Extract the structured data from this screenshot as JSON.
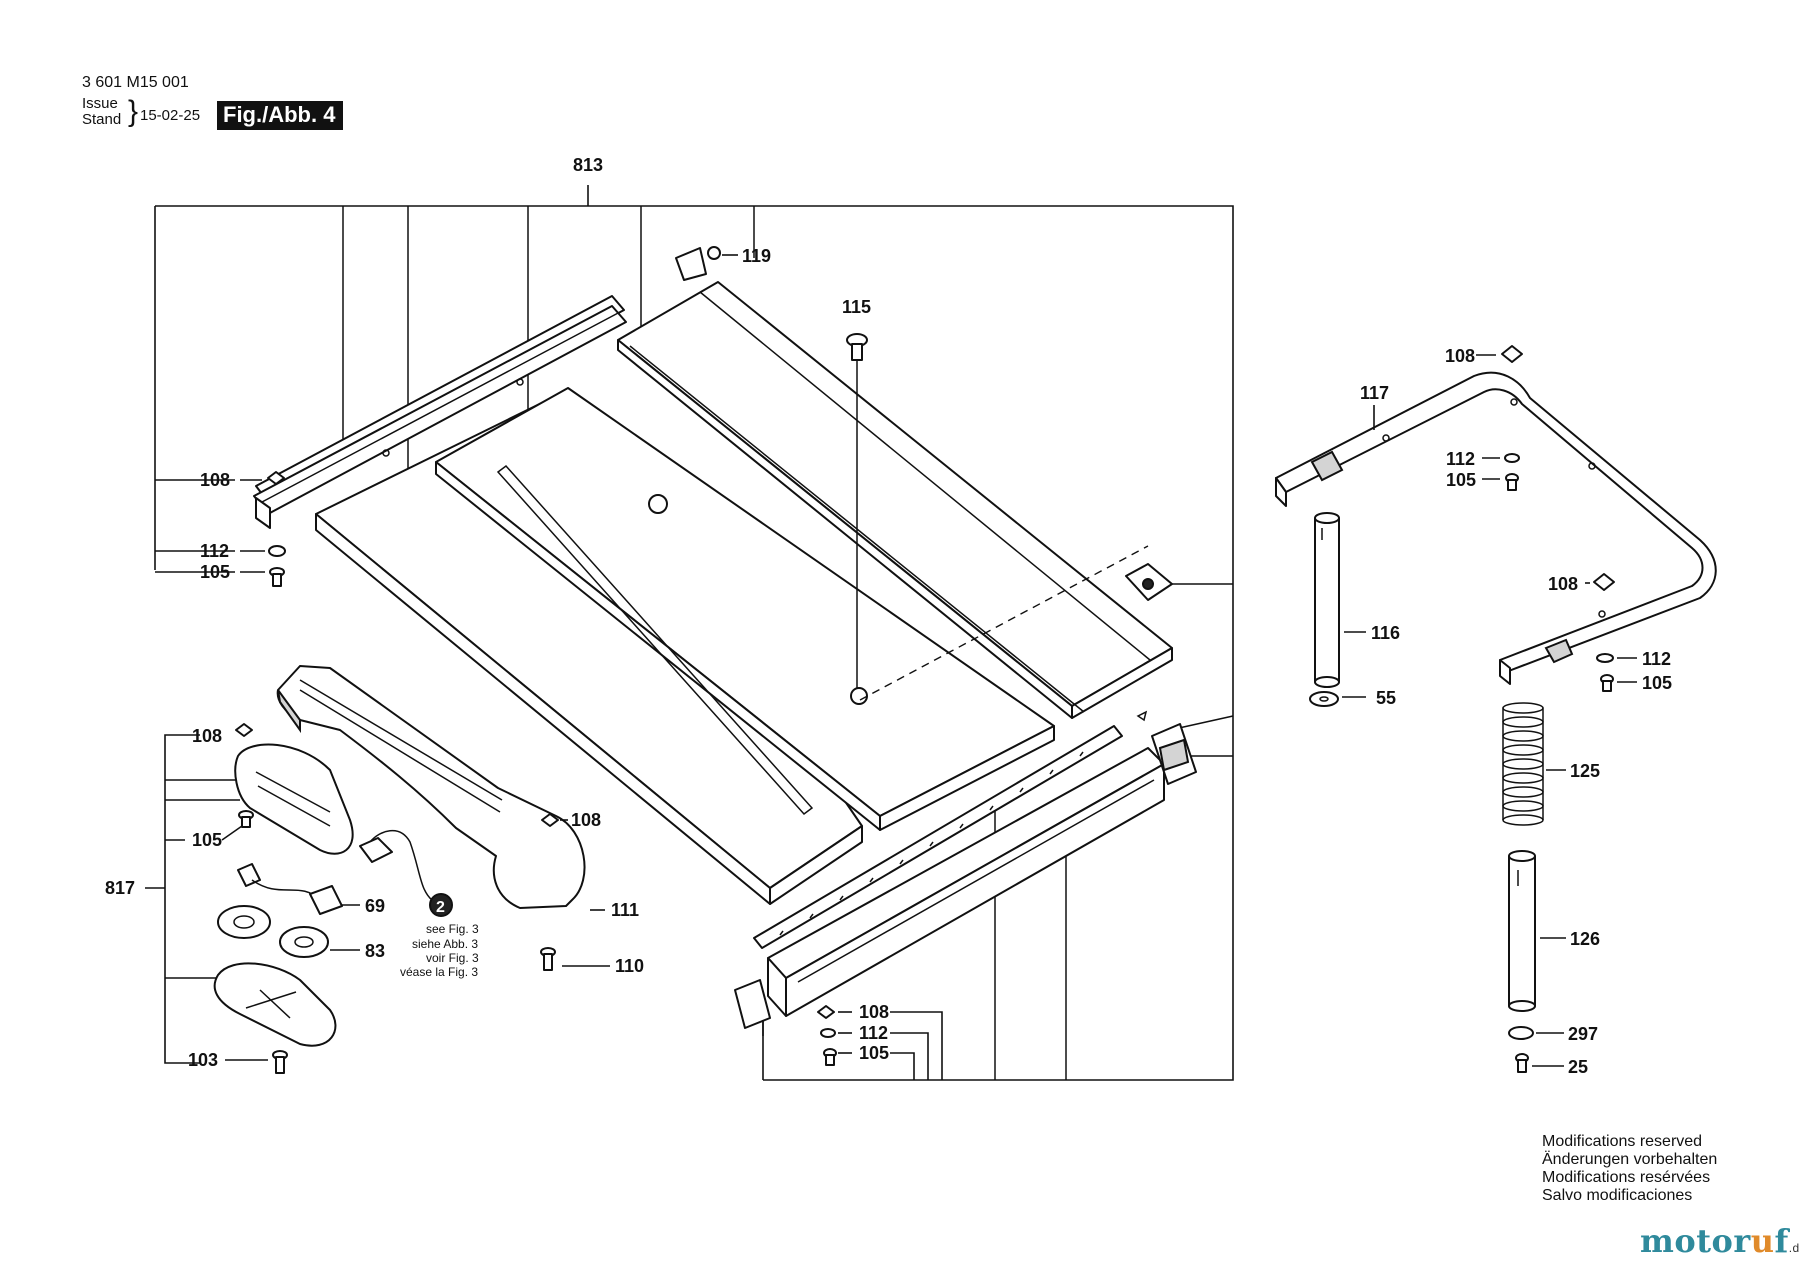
{
  "header": {
    "ref_number": "3 601 M15 001",
    "issue_label": "Issue\nStand",
    "issue_brace": "}",
    "issue_date": "15-02-25",
    "figure_badge": "Fig./Abb. 4"
  },
  "labels": {
    "p813": "813",
    "p119": "119",
    "p115": "115",
    "p108_rail": "108",
    "p112_rail": "112",
    "p105_rail": "105",
    "p108_guard": "108",
    "p105_guard": "105",
    "p817": "817",
    "p103": "103",
    "p69": "69",
    "p83": "83",
    "p108_arm": "108",
    "p111": "111",
    "p110": "110",
    "p108_fence": "108",
    "p112_fence": "112",
    "p105_fence": "105",
    "p117": "117",
    "p108_frame_top": "108",
    "p112_frame": "112",
    "p105_frame": "105",
    "p108_frame_right": "108",
    "p112_frame_right": "112",
    "p105_frame_right": "105",
    "p116": "116",
    "p55": "55",
    "p125": "125",
    "p126": "126",
    "p297": "297",
    "p25": "25"
  },
  "cross_ref": {
    "badge": "2",
    "lines": [
      "see Fig. 3",
      "siehe Abb. 3",
      "voir Fig. 3",
      "véase la Fig. 3"
    ]
  },
  "modifications": [
    "Modifications reserved",
    "Änderungen vorbehalten",
    "Modifications resérvées",
    "Salvo modificaciones"
  ],
  "watermark": {
    "brand_start": "motor",
    "brand_accent": "u",
    "brand_end": "f",
    "tld": ".de"
  }
}
